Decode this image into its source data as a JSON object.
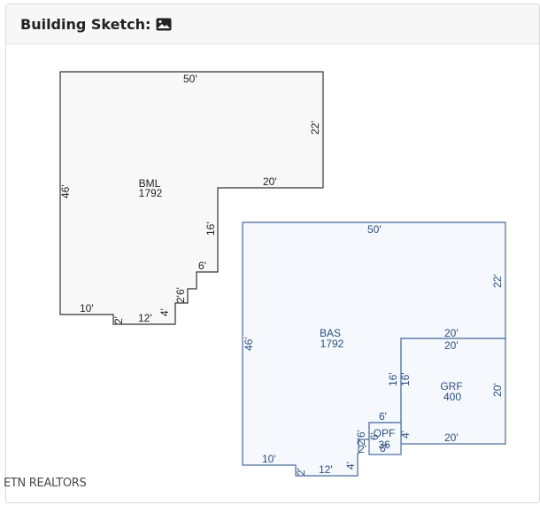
{
  "header": {
    "title": "Building Sketch:",
    "icon": "image-icon"
  },
  "sketch": {
    "bml": {
      "code": "BML",
      "area": "1792",
      "dims": {
        "top": "50'",
        "right": "22'",
        "left": "46'",
        "step_top": "20'",
        "step_right": "16'",
        "step_mid": "6'",
        "step_small": "2'6'",
        "bottom_right": "4'",
        "bottom_mid": "12'",
        "bottom_notch": "2'",
        "bottom_left": "10'"
      }
    },
    "bas": {
      "code": "BAS",
      "area": "1792",
      "dims": {
        "top": "50'",
        "right": "22'",
        "left": "46'",
        "step_top": "20'",
        "step_right": "16'",
        "step_mid": "6'",
        "step_small": "2'6'",
        "bottom_right": "4'",
        "bottom_mid": "12'",
        "bottom_notch": "2'",
        "bottom_left": "10'",
        "small_2": "2'"
      }
    },
    "grf": {
      "code": "GRF",
      "area": "400",
      "dims": {
        "top": "20'",
        "right": "20'",
        "bottom": "20'",
        "left": "16'"
      }
    },
    "opf": {
      "code": "OPF",
      "area": "36",
      "dims": {
        "top": "6'",
        "right": "4'",
        "left": "6'",
        "bottom": "6'"
      }
    }
  },
  "watermark": "ETN REALTORS",
  "colors": {
    "bml_stroke": "#333333",
    "bml_fill": "#f8f8f8",
    "bas_stroke": "#4a6c9b",
    "bas_fill": "#f5f8fd",
    "bas_text": "#2a4f80"
  }
}
